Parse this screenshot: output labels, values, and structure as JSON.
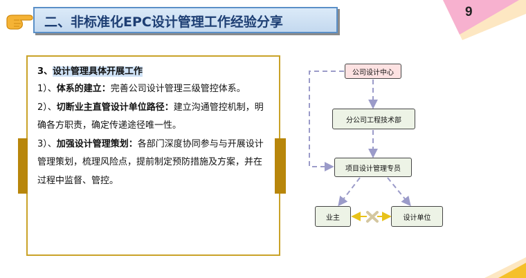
{
  "page_number": "9",
  "title": "二、非标准化EPC设计管理工作经验分享",
  "content": {
    "heading_num": "3、",
    "heading": "设计管理具体开展工作",
    "items": [
      {
        "prefix": "1）、",
        "bold": "体系的建立：",
        "text": "完善公司设计管理三级管控体系。"
      },
      {
        "prefix": "2）、",
        "bold": "切断业主直管设计单位路径：",
        "text": "建立沟通管控机制，明确各方职责，确定传递途径唯一性。"
      },
      {
        "prefix": "3）、",
        "bold": "加强设计管理策划：",
        "text": "各部门深度协同参与与开展设计管理策划，梳理风险点，提前制定预防措施及方案，并在过程中监督、管控。"
      }
    ]
  },
  "diagram": {
    "nodes": {
      "center": "公司设计中心",
      "branch": "分公司工程技术部",
      "project": "项目设计管理专员",
      "owner": "业主",
      "designer": "设计单位"
    }
  },
  "colors": {
    "accent": "#c9a227",
    "title_bg": "#cfe0f3",
    "corner_pink": "#f5a3c7",
    "corner_yellow": "#f5d36b"
  }
}
